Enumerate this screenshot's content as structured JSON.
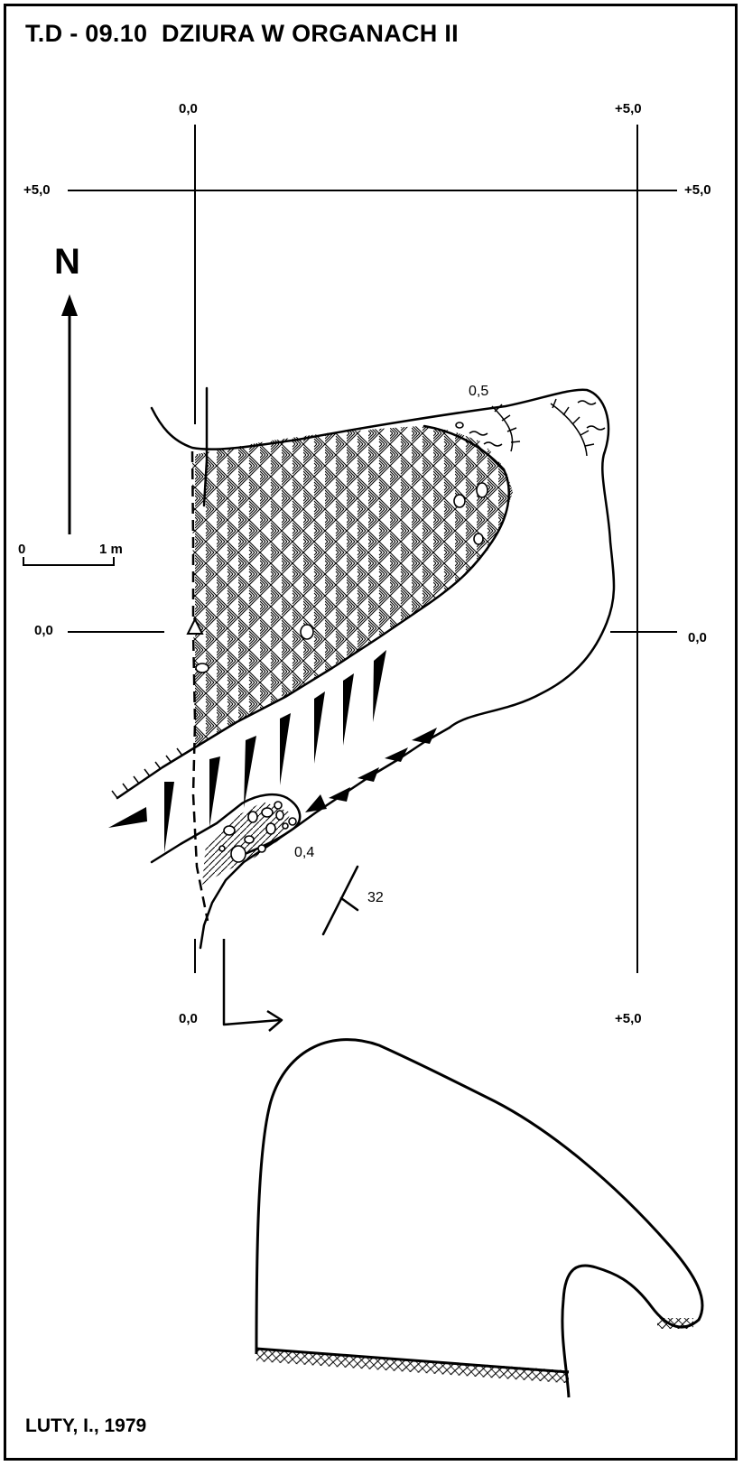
{
  "title": "T.D - 09.10  DZIURA W ORGANACH II",
  "author": "LUTY, I., 1979",
  "grid_labels": {
    "top_left": "0,0",
    "top_right": "+5,0",
    "row1_left": "+5,0",
    "row1_right": "+5,0",
    "row2_left": "0,0",
    "row2_right": "0,0",
    "bottom_left": "0,0",
    "bottom_right": "+5,0"
  },
  "north": "N",
  "scale": {
    "start": "0",
    "end": "1 m"
  },
  "depths": {
    "upper": "0,5",
    "lower": "0,4"
  },
  "dip": "32",
  "colors": {
    "ink": "#000000",
    "background": "#ffffff"
  }
}
